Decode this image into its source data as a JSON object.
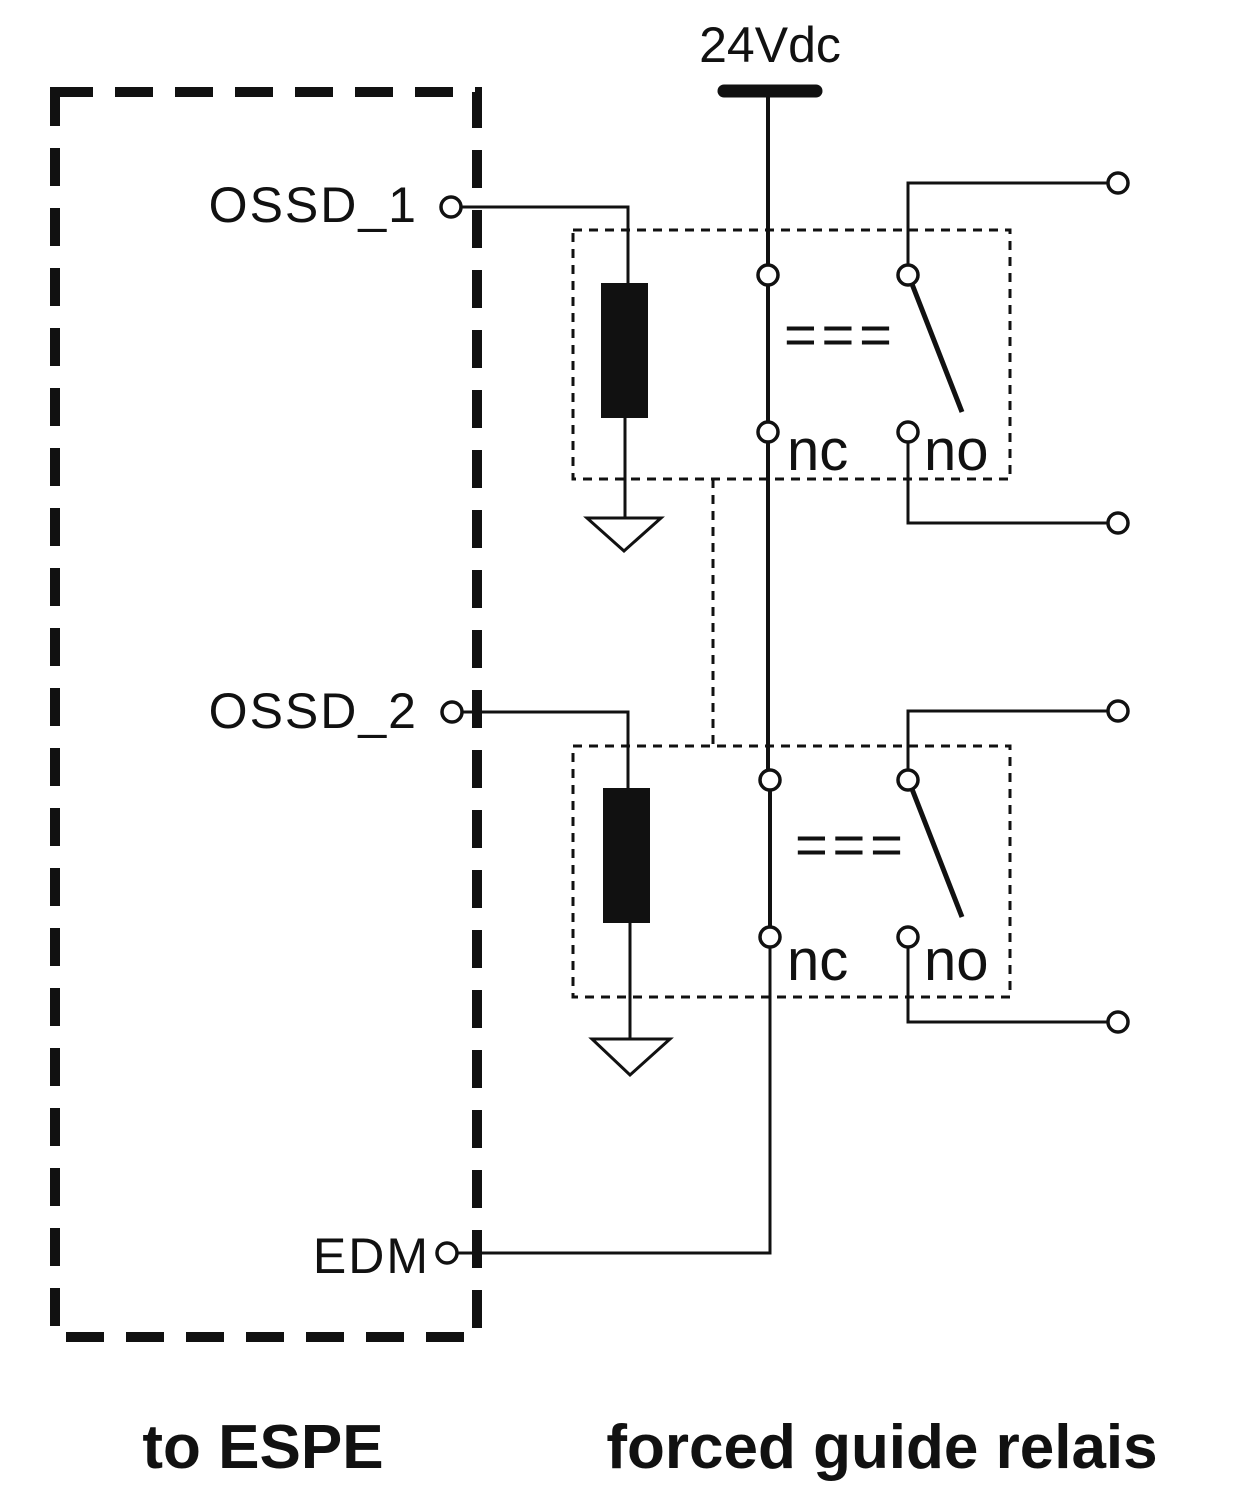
{
  "supply": {
    "label": "24Vdc"
  },
  "espe": {
    "pins": [
      {
        "label": "OSSD_1"
      },
      {
        "label": "OSSD_2"
      },
      {
        "label": "EDM"
      }
    ],
    "caption": "to ESPE"
  },
  "relays": {
    "caption": "forced guide relais",
    "units": [
      {
        "coupling": "===",
        "nc_label": "nc",
        "no_label": "no"
      },
      {
        "coupling": "===",
        "nc_label": "nc",
        "no_label": "no"
      }
    ]
  }
}
